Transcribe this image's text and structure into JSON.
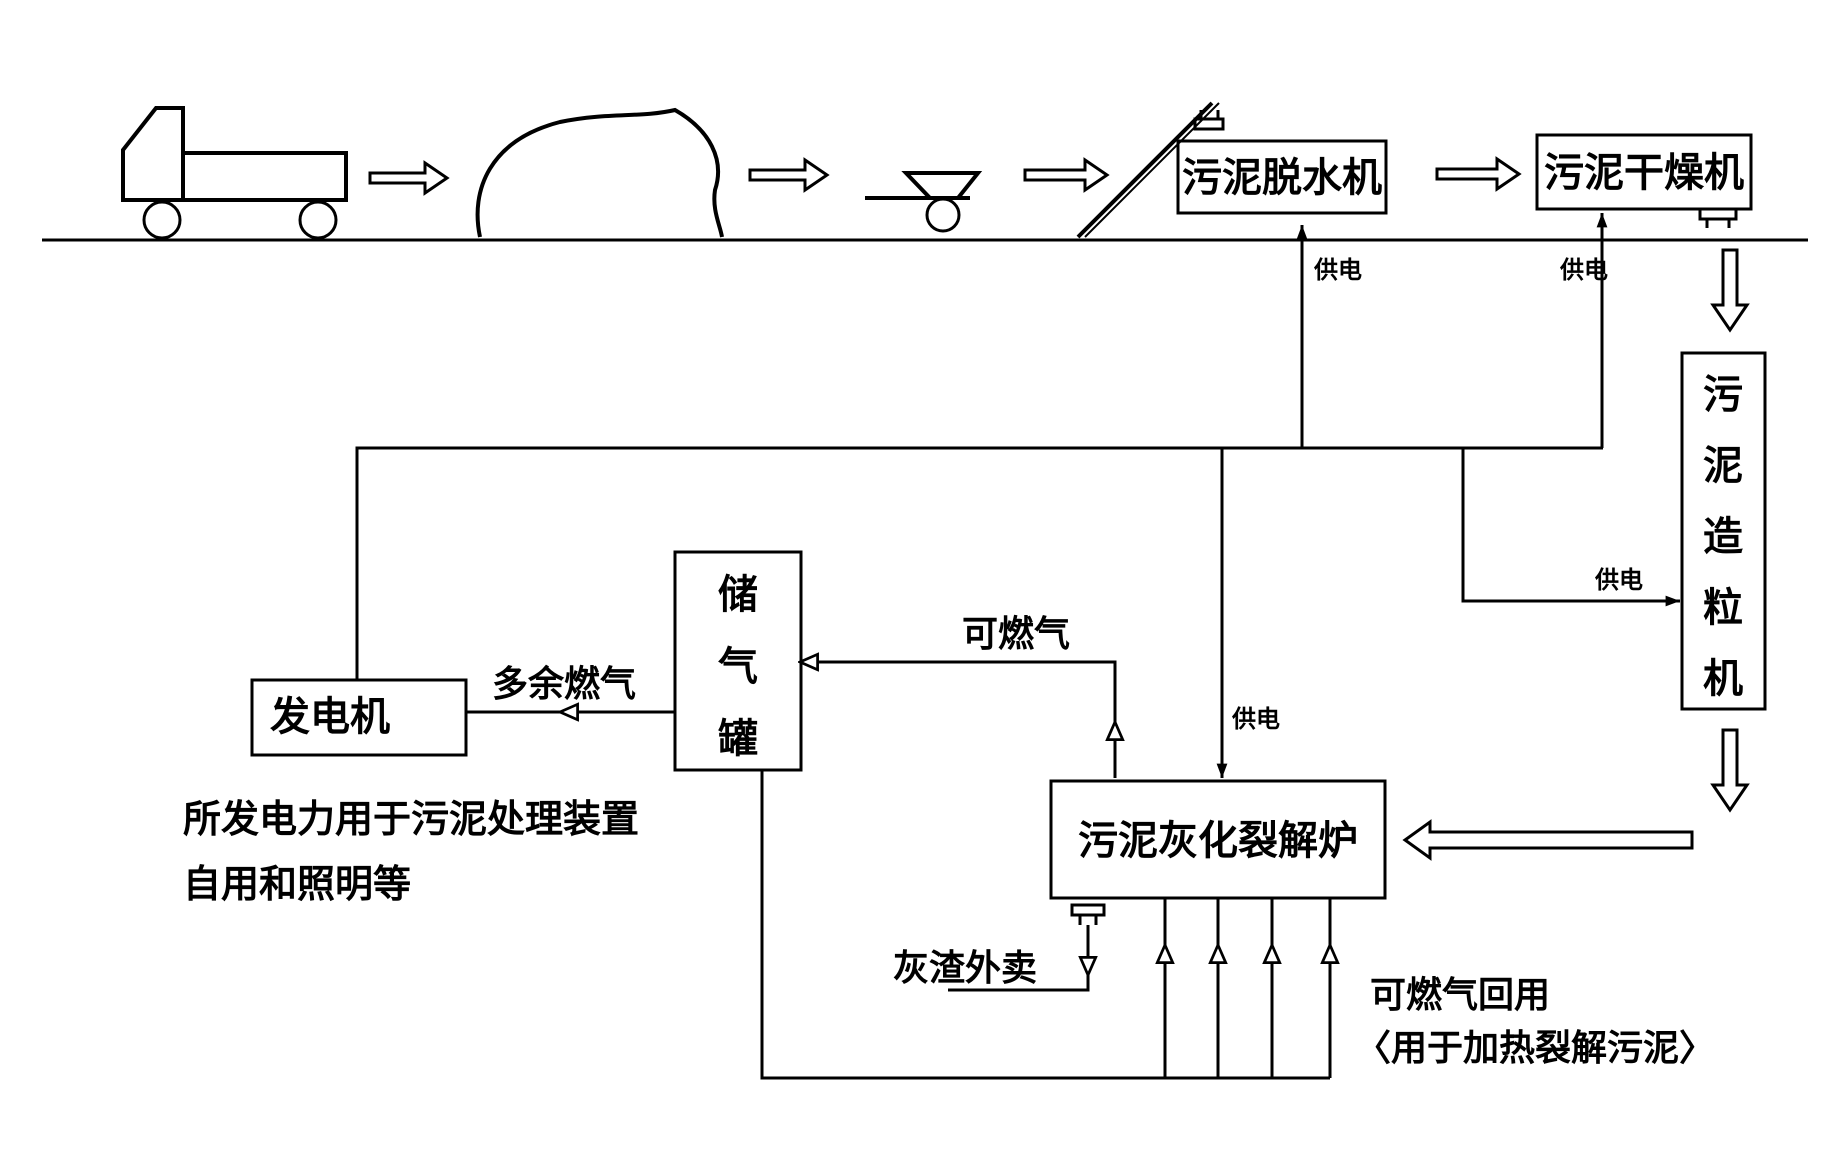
{
  "boxes": {
    "dewater": "污泥脱水机",
    "dryer": "污泥干燥机",
    "granulator": "污泥造粒机",
    "furnace": "污泥灰化裂解炉",
    "tank": "储气罐",
    "generator": "发电机"
  },
  "labels": {
    "power_supply": "供电",
    "combustible_gas": "可燃气",
    "surplus_gas": "多余燃气",
    "ash_sale": "灰渣外卖",
    "gas_reuse_line1": "可燃气回用",
    "gas_reuse_line2": "〈用于加热裂解污泥〉",
    "note_line1": "所发电力用于污泥处理装置",
    "note_line2": "自用和照明等"
  }
}
